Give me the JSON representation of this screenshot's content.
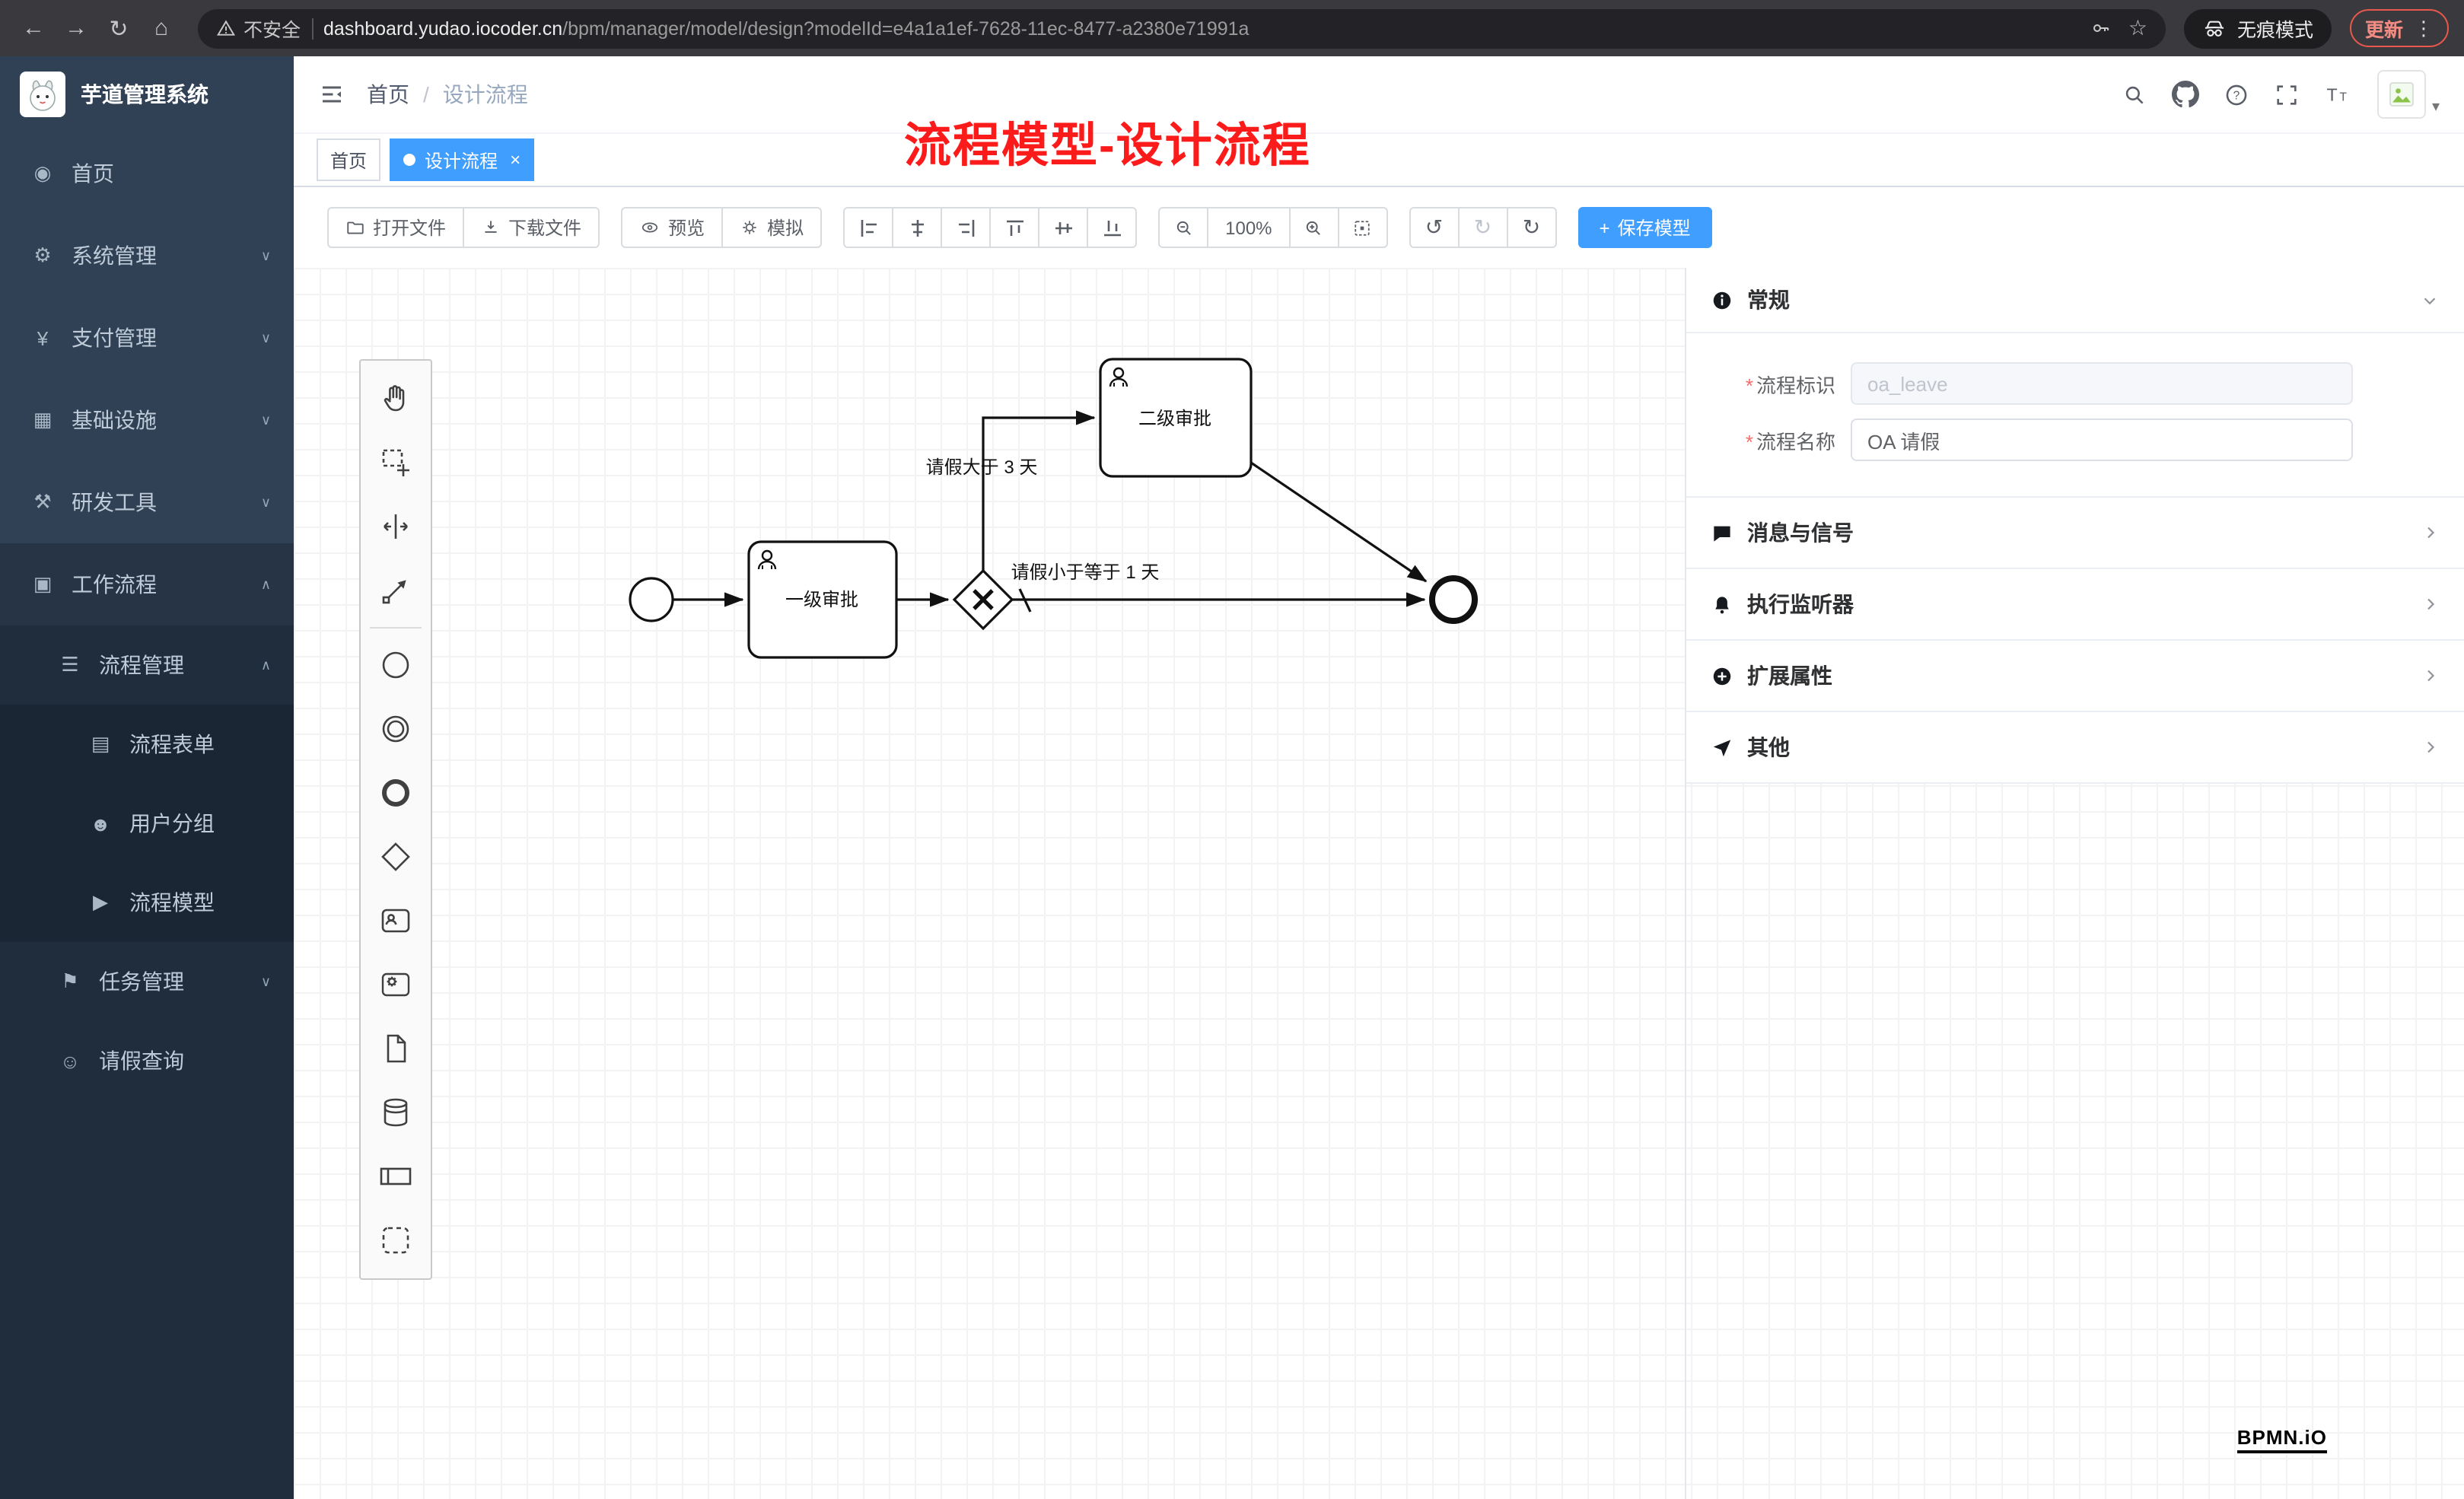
{
  "browser": {
    "url_warning": "不安全",
    "url_domain": "dashboard.yudao.iocoder.cn",
    "url_path": "/bpm/manager/model/design?modelId=e4a1a1ef-7628-11ec-8477-a2380e71991a",
    "incognito_label": "无痕模式",
    "update_label": "更新"
  },
  "sidebar": {
    "app_title": "芋道管理系统",
    "items": [
      {
        "label": "首页"
      },
      {
        "label": "系统管理"
      },
      {
        "label": "支付管理"
      },
      {
        "label": "基础设施"
      },
      {
        "label": "研发工具"
      },
      {
        "label": "工作流程"
      }
    ],
    "submenu": {
      "process_mgmt": {
        "label": "流程管理"
      },
      "children": [
        {
          "label": "流程表单"
        },
        {
          "label": "用户分组"
        },
        {
          "label": "流程模型"
        }
      ],
      "task_mgmt": {
        "label": "任务管理"
      },
      "leave_query": {
        "label": "请假查询"
      }
    }
  },
  "header": {
    "breadcrumb": [
      {
        "label": "首页"
      },
      {
        "label": "设计流程"
      }
    ],
    "annotation": "流程模型-设计流程"
  },
  "tabs": [
    {
      "label": "首页"
    },
    {
      "label": "设计流程"
    }
  ],
  "toolbar": {
    "open_file": "打开文件",
    "download_file": "下载文件",
    "preview": "预览",
    "simulate": "模拟",
    "zoom_level": "100%",
    "save_model": "保存模型"
  },
  "diagram": {
    "task1": "一级审批",
    "task2": "二级审批",
    "flow_label_gt": "请假大于 3 天",
    "flow_label_lte": "请假小于等于 1 天"
  },
  "panel": {
    "general_title": "常规",
    "process_key_label": "流程标识",
    "process_key_value": "oa_leave",
    "process_name_label": "流程名称",
    "process_name_value": "OA 请假",
    "sections": [
      {
        "label": "消息与信号"
      },
      {
        "label": "执行监听器"
      },
      {
        "label": "扩展属性"
      },
      {
        "label": "其他"
      }
    ]
  },
  "watermark": "BPMN.iO",
  "icons": {
    "back": "←",
    "forward": "→",
    "reload": "↻",
    "home_nav": "⌂",
    "star": "☆",
    "menu_home": "◉",
    "menu_system": "⚙",
    "menu_pay": "¥",
    "menu_infra": "▦",
    "menu_dev": "⚒",
    "menu_workflow": "▣",
    "menu_process_mgmt": "☰",
    "menu_form": "▤",
    "menu_group": "☻",
    "menu_model": "▶",
    "menu_task": "⚑",
    "menu_leave": "☺",
    "chevron_down": "∨",
    "chevron_up": "∧",
    "undo": "↺",
    "redo": "↻",
    "refresh": "↻",
    "dots": "⋮",
    "caret_down": "▾",
    "plus": "+",
    "close": "×",
    "crumb_sep": "/",
    "asterisk": "*"
  },
  "colors": {
    "accent": "#409eff",
    "annotation_red": "#fb1b1b",
    "sidebar_bg": "#304156",
    "submenu_bg": "#1f2d3d"
  }
}
